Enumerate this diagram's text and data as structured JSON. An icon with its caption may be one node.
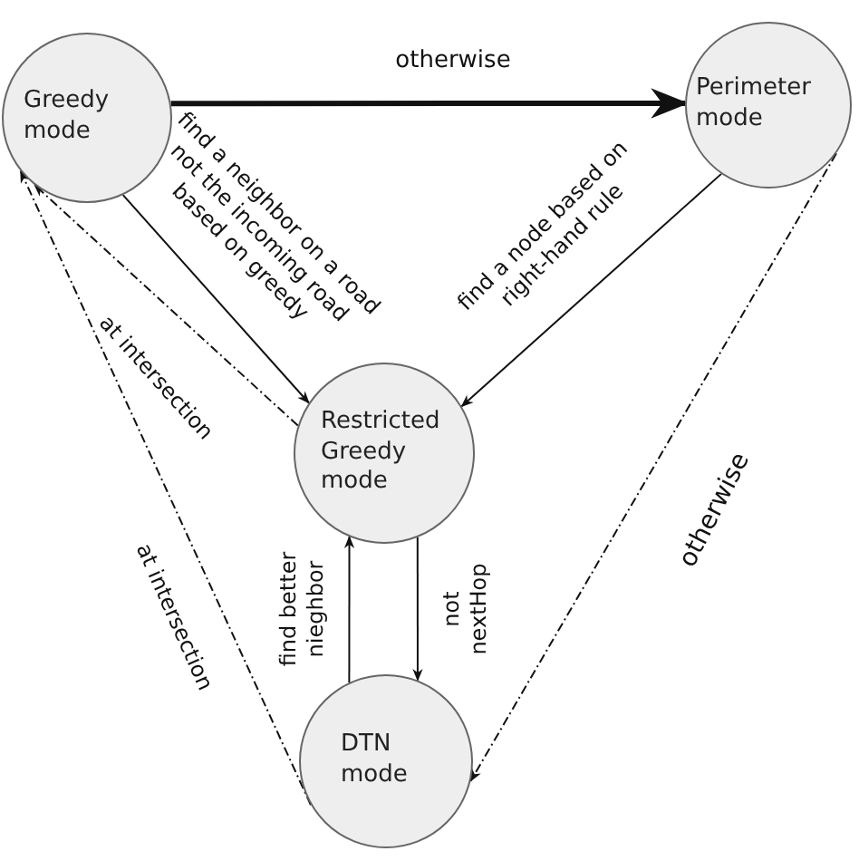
{
  "diagram": {
    "nodes": [
      {
        "text": [
          "Greedy mode"
        ]
      },
      {
        "text": [
          "Perimeter mode"
        ]
      },
      {
        "text": [
          "Restricted Greedy mode"
        ]
      },
      {
        "text": [
          "DTN mode"
        ]
      }
    ],
    "edges": [
      {
        "from": 0,
        "to": 1,
        "arrow": "to",
        "label": "otherwise",
        "style": "thick"
      },
      {
        "from": 0,
        "to": 2,
        "arrow": "to",
        "label": "find a neighbor on a road not the incoming road based on greedy"
      },
      {
        "from": 1,
        "to": 2,
        "arrow": "to",
        "label": "find a node based on right-hand rule"
      },
      {
        "from": 2,
        "to": 0,
        "arrow": "to",
        "label": "at intersection",
        "style": "dashed"
      },
      {
        "from": 3,
        "to": 0,
        "arrow": "to",
        "label": "at intersection",
        "style": "dashed"
      },
      {
        "from": 1,
        "to": 3,
        "arrow": "to",
        "label": "otherwise",
        "style": "dashed"
      },
      {
        "from": 3,
        "to": 2,
        "arrow": "to",
        "label": "find better nieghbor"
      },
      {
        "from": 2,
        "to": 3,
        "arrow": "to",
        "label": "not nextHop"
      }
    ]
  }
}
